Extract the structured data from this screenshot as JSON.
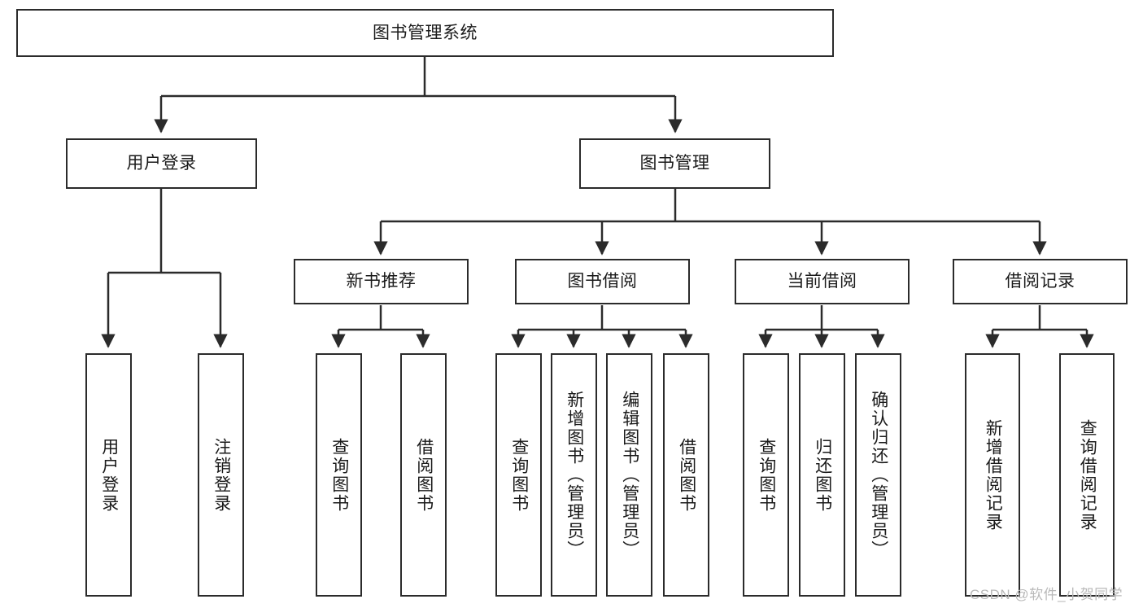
{
  "diagram": {
    "type": "hierarchy-tree",
    "title": "图书管理系统",
    "root": {
      "label": "图书管理系统"
    },
    "level2": [
      {
        "label": "用户登录"
      },
      {
        "label": "图书管理"
      }
    ],
    "level3": [
      {
        "label": "新书推荐"
      },
      {
        "label": "图书借阅"
      },
      {
        "label": "当前借阅"
      },
      {
        "label": "借阅记录"
      }
    ],
    "leaves": {
      "user_login": [
        {
          "label": "用户登录"
        },
        {
          "label": "注销登录"
        }
      ],
      "new_book_recommend": [
        {
          "label": "查询图书"
        },
        {
          "label": "借阅图书"
        }
      ],
      "book_borrow": [
        {
          "label": "查询图书"
        },
        {
          "label": "新增图书（管理员）"
        },
        {
          "label": "编辑图书（管理员）"
        },
        {
          "label": "借阅图书"
        }
      ],
      "current_borrow": [
        {
          "label": "查询图书"
        },
        {
          "label": "归还图书"
        },
        {
          "label": "确认归还（管理员）"
        }
      ],
      "borrow_records": [
        {
          "label": "新增借阅记录"
        },
        {
          "label": "查询借阅记录"
        }
      ]
    }
  },
  "watermark": {
    "text": "CSDN @软件_小贺同学"
  },
  "colors": {
    "border": "#2b2b2b",
    "text": "#1a1a1a",
    "background": "#ffffff",
    "watermark": "#b9b9b9"
  }
}
